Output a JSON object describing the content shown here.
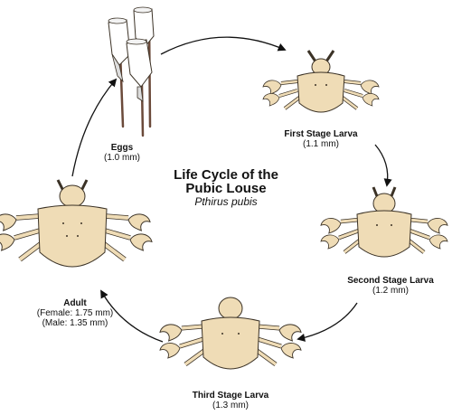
{
  "title": {
    "line1": "Life Cycle of the",
    "line2": "Pubic Louse",
    "species": "Pthirus pubis"
  },
  "stages": [
    {
      "name": "Eggs",
      "size": "(1.0 mm)"
    },
    {
      "name": "First Stage Larva",
      "size": "(1.1 mm)"
    },
    {
      "name": "Second Stage Larva",
      "size": "(1.2 mm)"
    },
    {
      "name": "Third Stage Larva",
      "size": "(1.3 mm)"
    },
    {
      "name": "Adult",
      "size_female": "(Female: 1.75 mm)",
      "size_male": "(Male: 1.35 mm)"
    }
  ],
  "colors": {
    "body": "#efdcb6",
    "body_dark": "#d9c399",
    "outline": "#3b3226",
    "egg": "#ffffff",
    "hair": "#6b4a3a",
    "arrow": "#111111"
  }
}
